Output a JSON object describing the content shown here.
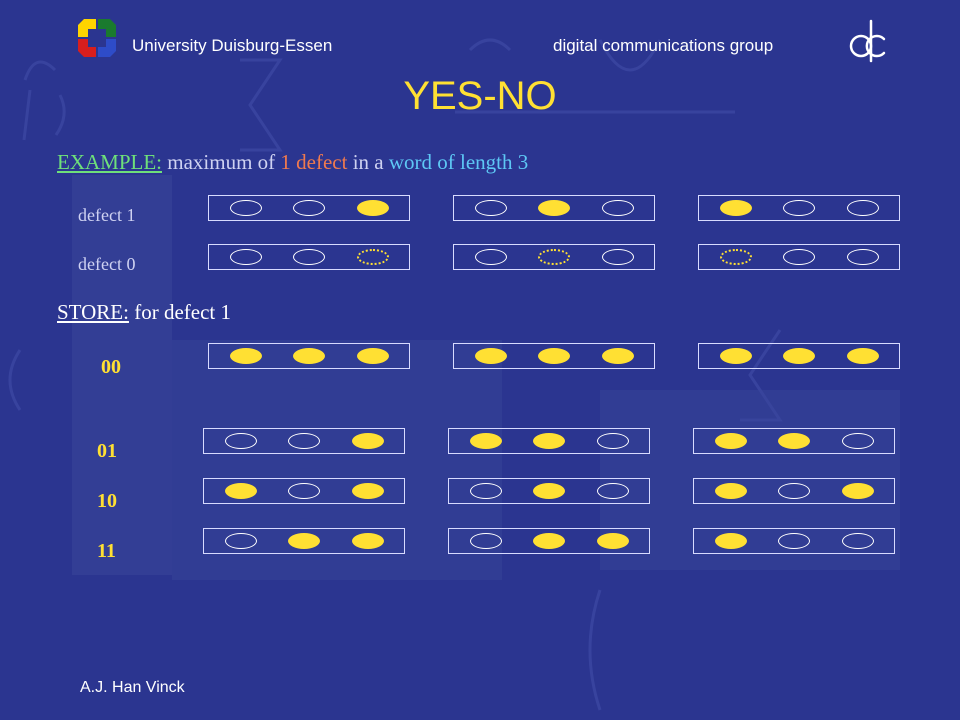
{
  "header": {
    "university": "University Duisburg-Essen",
    "group": "digital communications group"
  },
  "title": "YES-NO",
  "example": {
    "label": "EXAMPLE:",
    "text1": "maximum of",
    "num": "1",
    "defect": "defect",
    "text2": "in a",
    "word": "word of length 3"
  },
  "rows_defect": [
    {
      "label": "defect 1",
      "patterns": [
        [
          "empty",
          "empty",
          "full"
        ],
        [
          "empty",
          "full",
          "empty"
        ],
        [
          "full",
          "empty",
          "empty"
        ]
      ]
    },
    {
      "label": "defect 0",
      "patterns": [
        [
          "empty",
          "empty",
          "dotted"
        ],
        [
          "empty",
          "dotted",
          "empty"
        ],
        [
          "dotted",
          "empty",
          "empty"
        ]
      ]
    }
  ],
  "store": {
    "label": "STORE:",
    "text": "for defect 1"
  },
  "rows_store": [
    {
      "code": "00",
      "patterns": [
        [
          "full",
          "full",
          "full"
        ],
        [
          "full",
          "full",
          "full"
        ],
        [
          "full",
          "full",
          "full"
        ]
      ]
    },
    {
      "code": "01",
      "patterns": [
        [
          "empty",
          "empty",
          "full"
        ],
        [
          "full",
          "full",
          "empty"
        ],
        [
          "full",
          "full",
          "empty"
        ]
      ]
    },
    {
      "code": "10",
      "patterns": [
        [
          "full",
          "empty",
          "full"
        ],
        [
          "empty",
          "full",
          "empty"
        ],
        [
          "full",
          "empty",
          "full"
        ]
      ]
    },
    {
      "code": "11",
      "patterns": [
        [
          "empty",
          "full",
          "full"
        ],
        [
          "empty",
          "full",
          "full"
        ],
        [
          "full",
          "empty",
          "empty"
        ]
      ]
    }
  ],
  "footer": "A.J. Han Vinck",
  "colors": {
    "background": "#2b3590",
    "accent": "#ffe033",
    "green": "#6ee07a",
    "orange": "#f07a4e",
    "cyan": "#5ec8f5"
  }
}
